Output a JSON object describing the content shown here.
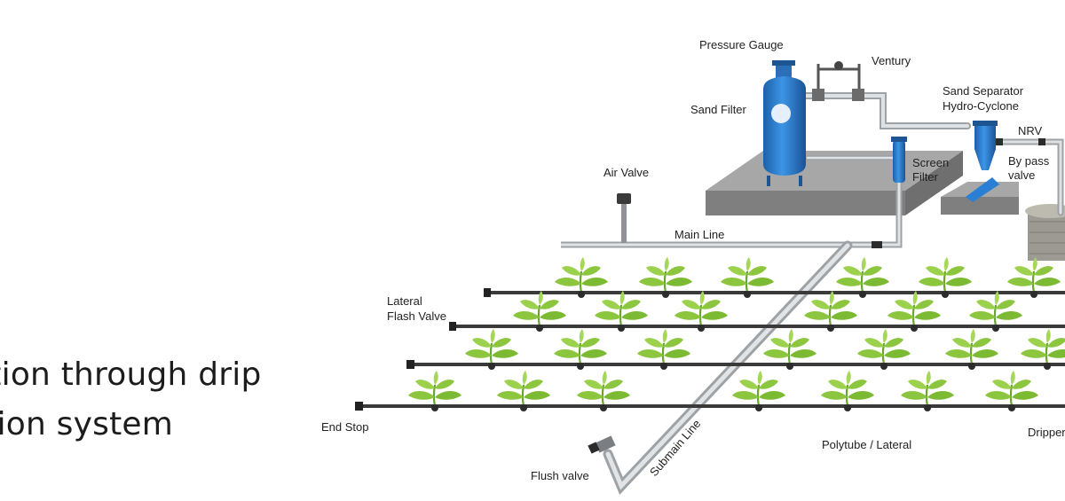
{
  "headline": {
    "line1": "gation through drip",
    "line2": "ation system"
  },
  "diagram": {
    "labels": {
      "pressure_gauge": "Pressure Gauge",
      "ventury": "Ventury",
      "sand_filter": "Sand Filter",
      "sand_separator_1": "Sand Separator",
      "sand_separator_2": "Hydro-Cyclone",
      "nrv": "NRV",
      "bypass_1": "By pass",
      "bypass_2": "valve",
      "screen_filter_1": "Screen",
      "screen_filter_2": "Filter",
      "air_valve": "Air Valve",
      "main_line": "Main Line",
      "lateral_1": "Lateral",
      "lateral_2": "Flash Valve",
      "end_stop": "End Stop",
      "polytube": "Polytube / Lateral",
      "dripper": "Dripper",
      "flush_valve": "Flush valve",
      "submain": "Submain Line"
    },
    "colors": {
      "pipe": "#bfc3c6",
      "lateral": "#3a3a3a",
      "tank_blue": "#2a7fd4",
      "platform": "#8f8f8f",
      "leaf": "#8cc63f"
    }
  }
}
